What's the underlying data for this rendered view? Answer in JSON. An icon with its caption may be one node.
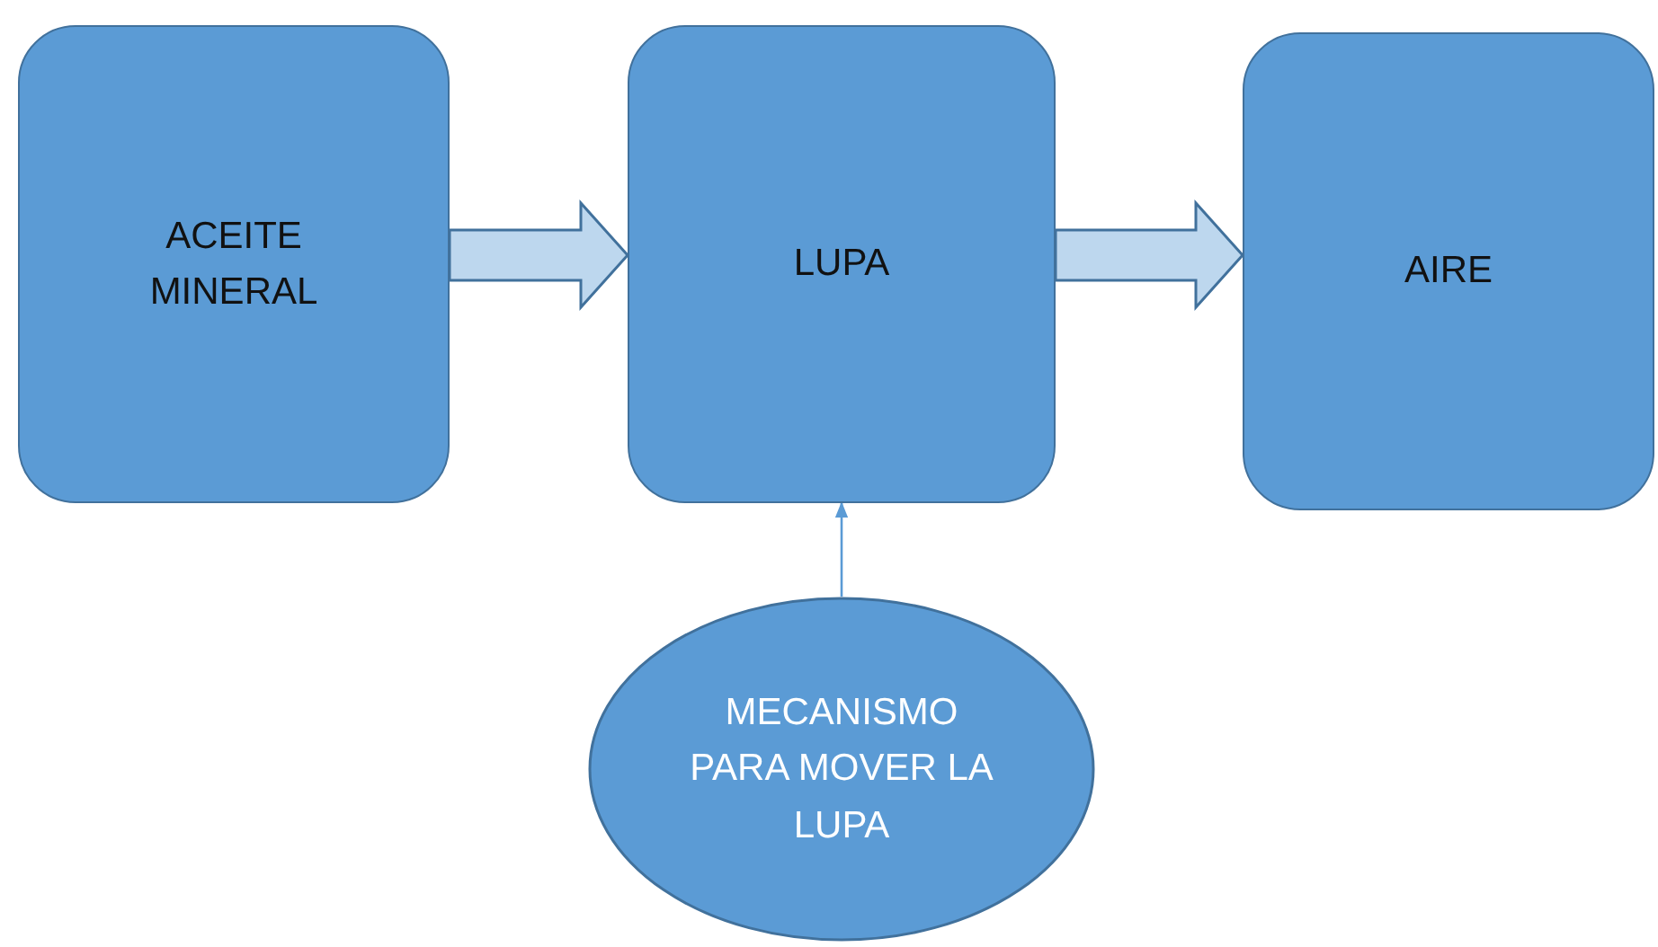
{
  "diagram": {
    "nodes": [
      {
        "text": [
          "ACEITE MINERAL"
        ]
      },
      {
        "text": [
          "LUPA"
        ]
      },
      {
        "text": [
          "AIRE"
        ]
      },
      {
        "text": [
          "MECANISMO PARA MOVER LA LUPA"
        ]
      }
    ],
    "edges": [
      {
        "from": 0,
        "to": 1,
        "arrow": "to",
        "style": "thick"
      },
      {
        "from": 1,
        "to": 2,
        "arrow": "to",
        "style": "thick"
      },
      {
        "from": 3,
        "to": 1,
        "arrow": "to"
      }
    ]
  }
}
